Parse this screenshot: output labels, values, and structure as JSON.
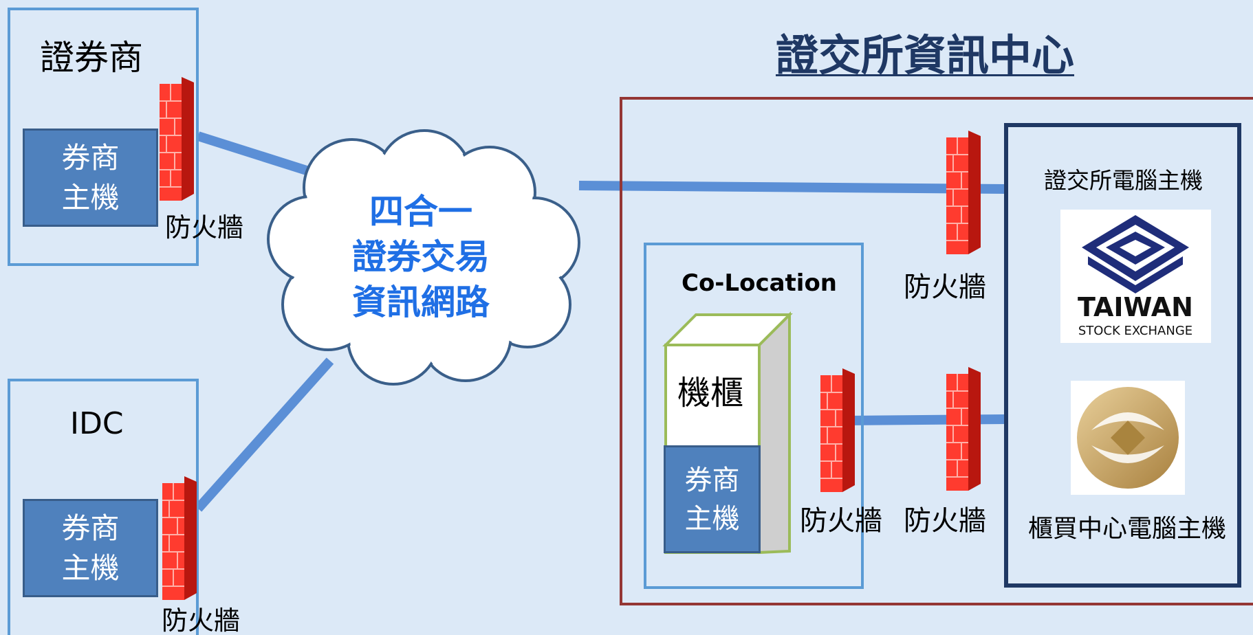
{
  "broker": {
    "title": "證券商",
    "host_line1": "券商",
    "host_line2": "主機",
    "firewall": "防火牆"
  },
  "idc": {
    "title": "IDC",
    "host_line1": "券商",
    "host_line2": "主機",
    "firewall": "防火牆"
  },
  "network": {
    "line1": "四合一",
    "line2": "證券交易",
    "line3": "資訊網路"
  },
  "datacenter": {
    "title": "證交所資訊中心",
    "firewall_top": "防火牆",
    "firewall_colo": "防火牆",
    "firewall_mid": "防火牆",
    "twse_host": "證交所電腦主機",
    "tpex_host": "櫃買中心電腦主機"
  },
  "colocation": {
    "title": "Co-Location",
    "cabinet": "機櫃",
    "host_line1": "券商",
    "host_line2": "主機"
  },
  "twse_logo": {
    "line1": "TAIWAN",
    "line2": "STOCK EXCHANGE"
  },
  "colors": {
    "background": "#dce9f7",
    "box_border": "#5b9bd5",
    "host_fill": "#4f81bd",
    "datacenter_border": "#943634",
    "exchange_border": "#1f3864",
    "connector": "#5b8fd6",
    "firewall": "#ff3b2f",
    "network_text": "#1f6fe5",
    "title_text": "#1f3864"
  },
  "icons": [
    "firewall-icon",
    "cloud-icon",
    "server-cabinet-icon",
    "twse-logo-icon",
    "tpex-logo-icon"
  ]
}
